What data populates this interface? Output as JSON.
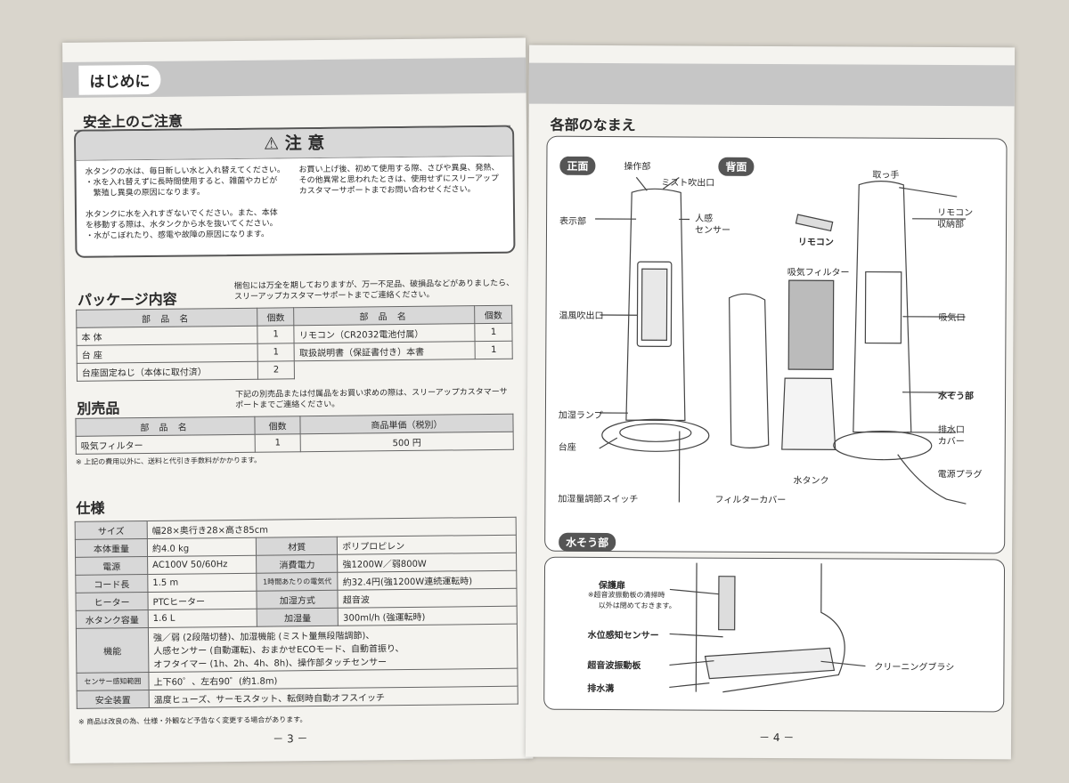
{
  "left": {
    "tab": "はじめに",
    "safety_title": "安全上のご注意",
    "caution_header": "⚠ 注 意",
    "caution_left": [
      "水タンクの水は、毎日新しい水と入れ替えてください。",
      "・水を入れ替えずに長時間使用すると、雑菌やカビが",
      "　繁殖し異臭の原因になります。",
      "",
      "水タンクに水を入れすぎないでください。また、本体",
      "を移動する際は、水タンクから水を抜いてください。",
      "・水がこぼれたり、感電や故障の原因になります。"
    ],
    "caution_right": [
      "お買い上げ後、初めて使用する際、さびや異臭、発熱、",
      "その他異常と思われたときは、使用せずにスリーアップ",
      "カスタマーサポートまでお問い合わせください。"
    ],
    "package_title": "パッケージ内容",
    "package_note": [
      "梱包には万全を期しておりますが、万一不足品、破損品などがありましたら、",
      "スリーアップカスタマーサポートまでご連絡ください。"
    ],
    "package_headers": [
      "部 品 名",
      "個数",
      "部 品 名",
      "個数"
    ],
    "package_rows": [
      [
        "本 体",
        "1",
        "リモコン（CR2032電池付属）",
        "1"
      ],
      [
        "台 座",
        "1",
        "取扱説明書（保証書付き）本書",
        "1"
      ],
      [
        "台座固定ねじ（本体に取付済）",
        "2",
        "",
        ""
      ]
    ],
    "optional_title": "別売品",
    "optional_note": [
      "下記の別売品または付属品をお買い求めの際は、スリーアップカスタマーサ",
      "ポートまでご連絡ください。"
    ],
    "optional_headers": [
      "部 品 名",
      "個数",
      "商品単価（税別）"
    ],
    "optional_rows": [
      [
        "吸気フィルター",
        "1",
        "500 円"
      ]
    ],
    "optional_footnote": "※ 上記の費用以外に、送料と代引き手数料がかかります。",
    "spec_title": "仕様",
    "spec": {
      "size_k": "サイズ",
      "size_v": "幅28×奥行き28×高さ85cm",
      "weight_k": "本体重量",
      "weight_v": "約4.0 kg",
      "material_k": "材質",
      "material_v": "ポリプロピレン",
      "power_k": "電源",
      "power_v": "AC100V 50/60Hz",
      "consumption_k": "消費電力",
      "consumption_v": "強1200W／弱800W",
      "cord_k": "コード長",
      "cord_v": "1.5 m",
      "hourly_k": "1時間あたりの電気代",
      "hourly_v": "約32.4円(強1200W連続運転時)",
      "heater_k": "ヒーター",
      "heater_v": "PTCヒーター",
      "humid_method_k": "加湿方式",
      "humid_method_v": "超音波",
      "tank_k": "水タンク容量",
      "tank_v": "1.6 L",
      "humid_amount_k": "加湿量",
      "humid_amount_v": "300ml/h (強運転時)",
      "func_k": "機能",
      "func_v1": "強／弱 (2段階切替)、加湿機能 (ミスト量無段階調節)、",
      "func_v2": "人感センサー (自動運転)、おまかせECOモード、自動首振り、",
      "func_v3": "オフタイマー (1h、2h、4h、8h)、操作部タッチセンサー",
      "sensor_k": "センサー感知範囲",
      "sensor_v": "上下60゜、左右90゜(約1.8m)",
      "safety_k": "安全装置",
      "safety_v": "温度ヒューズ、サーモスタット、転倒時自動オフスイッチ"
    },
    "spec_footnote": "※ 商品は改良の為、仕様・外観など予告なく変更する場合があります。",
    "page_number": "－ 3 －"
  },
  "right": {
    "title": "各部のなまえ",
    "front": "正面",
    "back": "背面",
    "labels": {
      "ops": "操作部",
      "mist": "ミスト吹出口",
      "display": "表示部",
      "sensor1": "人感",
      "sensor2": "センサー",
      "remote": "リモコン",
      "handle": "取っ手",
      "storage1": "リモコン",
      "storage2": "収納部",
      "intake_filter": "吸気フィルター",
      "warm_outlet": "温風吹出口",
      "intake": "吸気口",
      "water_part": "水そう部",
      "lamp": "加湿ランプ",
      "drain1": "排水口",
      "drain2": "カバー",
      "base": "台座",
      "tank": "水タンク",
      "plug": "電源プラグ",
      "switch": "加湿量調節スイッチ",
      "cover": "フィルターカバー"
    },
    "water_title": "水そう部",
    "water_labels": {
      "door": "保護扉",
      "door_note1": "※超音波振動板の清掃時",
      "door_note2": "以外は閉めておきます。",
      "level": "水位感知センサー",
      "plate": "超音波振動板",
      "brush": "クリーニングブラシ",
      "groove": "排水溝"
    },
    "page_number": "－ 4 －"
  }
}
